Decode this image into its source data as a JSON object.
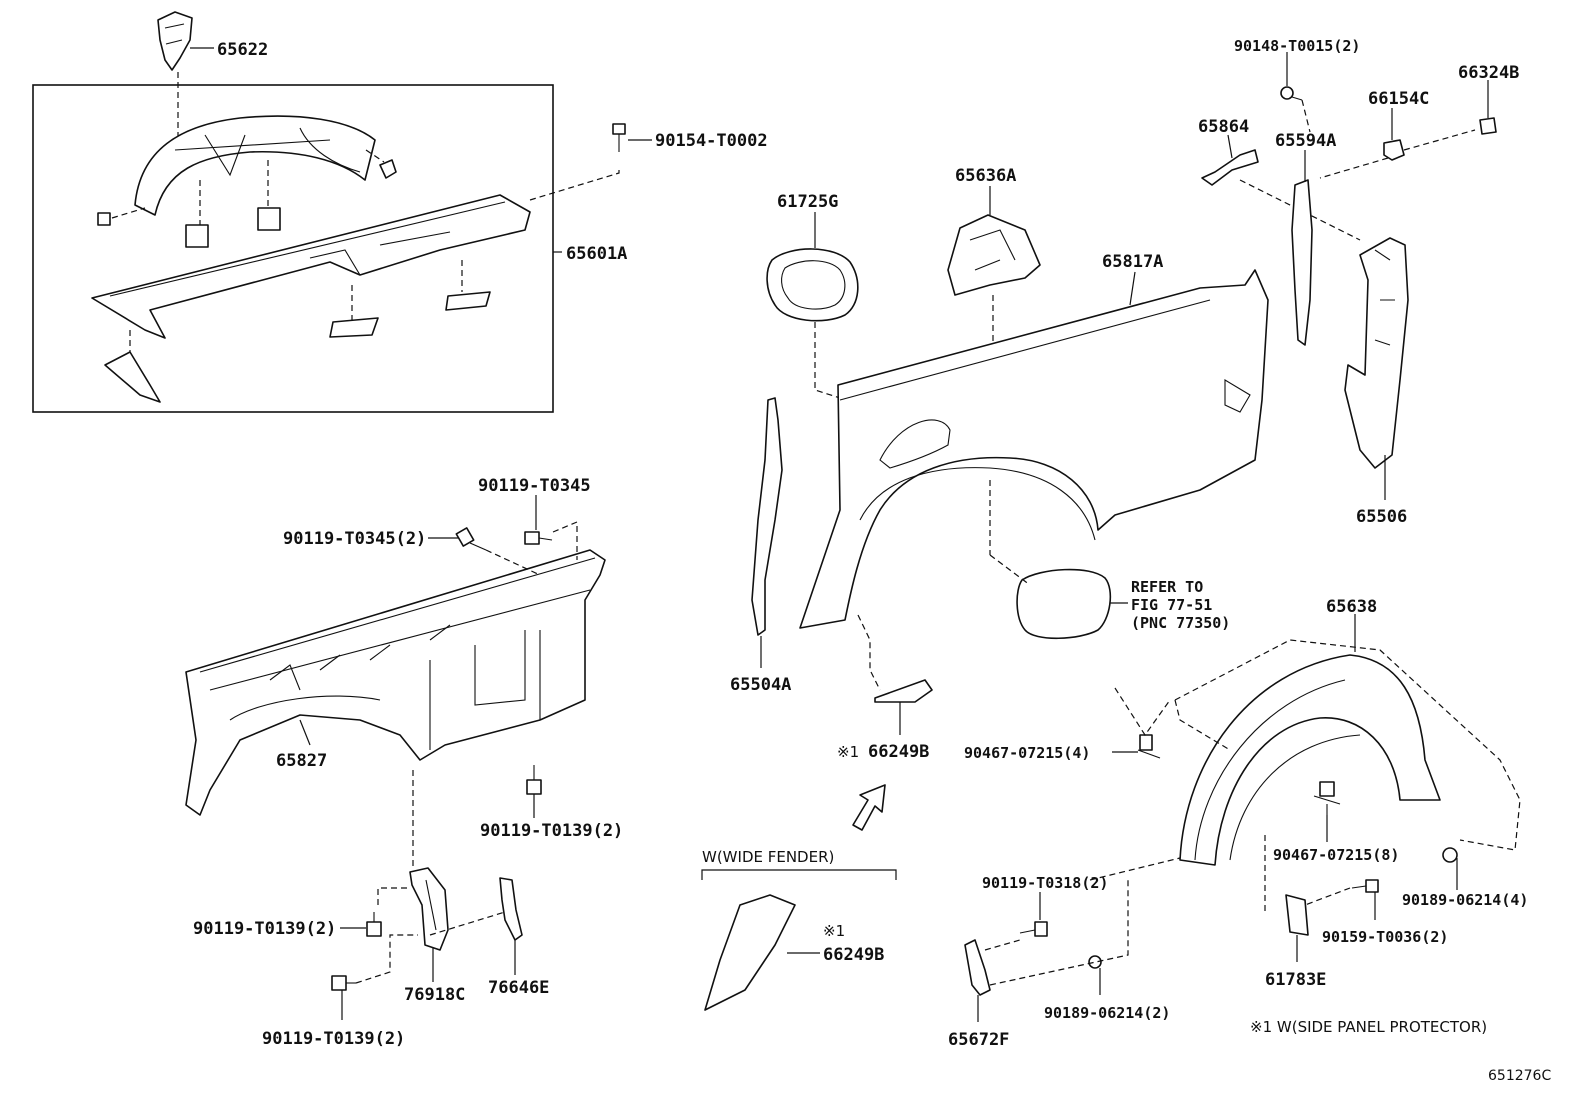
{
  "labels": {
    "p65622": "65622",
    "p65601A": "65601A",
    "p90154_T0002": "90154-T0002",
    "p90119_T0345": "90119-T0345",
    "p90119_T0345_2": "90119-T0345(2)",
    "p65827": "65827",
    "p90119_T0139_2_a": "90119-T0139(2)",
    "p90119_T0139_2_b": "90119-T0139(2)",
    "p90119_T0139_2_c": "90119-T0139(2)",
    "p76918C": "76918C",
    "p76646E": "76646E",
    "p61725G": "61725G",
    "p65636A": "65636A",
    "p65817A": "65817A",
    "p65504A": "65504A",
    "p66249B_a": "66249B",
    "p66249B_b": "66249B",
    "p90148_T0015_2": "90148-T0015(2)",
    "p66154C": "66154C",
    "p66324B": "66324B",
    "p65864": "65864",
    "p65594A": "65594A",
    "p65506": "65506",
    "p65638": "65638",
    "p90467_07215_4": "90467-07215(4)",
    "p90467_07215_8": "90467-07215(8)",
    "p90189_06214_4": "90189-06214(4)",
    "p90159_T0036_2": "90159-T0036(2)",
    "p61783E": "61783E",
    "p90119_T0318_2": "90119-T0318(2)",
    "p90189_06214_2": "90189-06214(2)",
    "p65672F": "65672F"
  },
  "refer": {
    "line1": "REFER TO",
    "line2": "FIG 77-51",
    "line3": "(PNC 77350)"
  },
  "notes": {
    "mark_a": "※1",
    "mark_b": "※1",
    "wide_fender": "W(WIDE FENDER)",
    "footnote": "※1 W(SIDE PANEL PROTECTOR)"
  },
  "figure_id": "651276C"
}
